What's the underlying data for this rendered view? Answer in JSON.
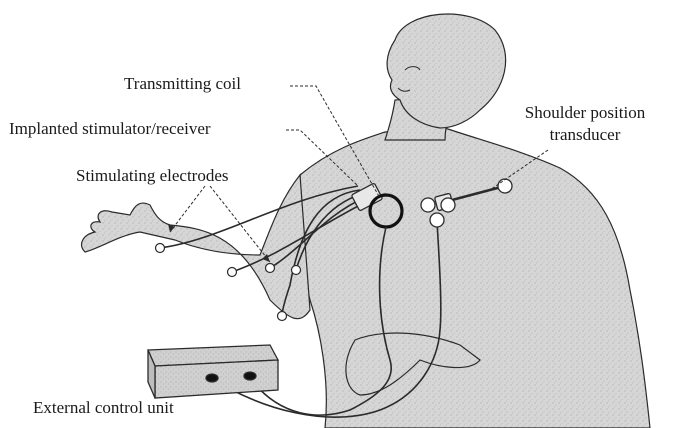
{
  "labels": {
    "transmitting_coil": "Transmitting coil",
    "implanted_stimulator": "Implanted stimulator/receiver",
    "stimulating_electrodes": "Stimulating electrodes",
    "shoulder_transducer_line1": "Shoulder position",
    "shoulder_transducer_line2": "transducer",
    "external_control_unit": "External control unit"
  },
  "colors": {
    "skin_fill": "#d9d9d9",
    "outline": "#2b2b2b",
    "text": "#1a1a1a",
    "device_fill": "#cfcfcf"
  }
}
